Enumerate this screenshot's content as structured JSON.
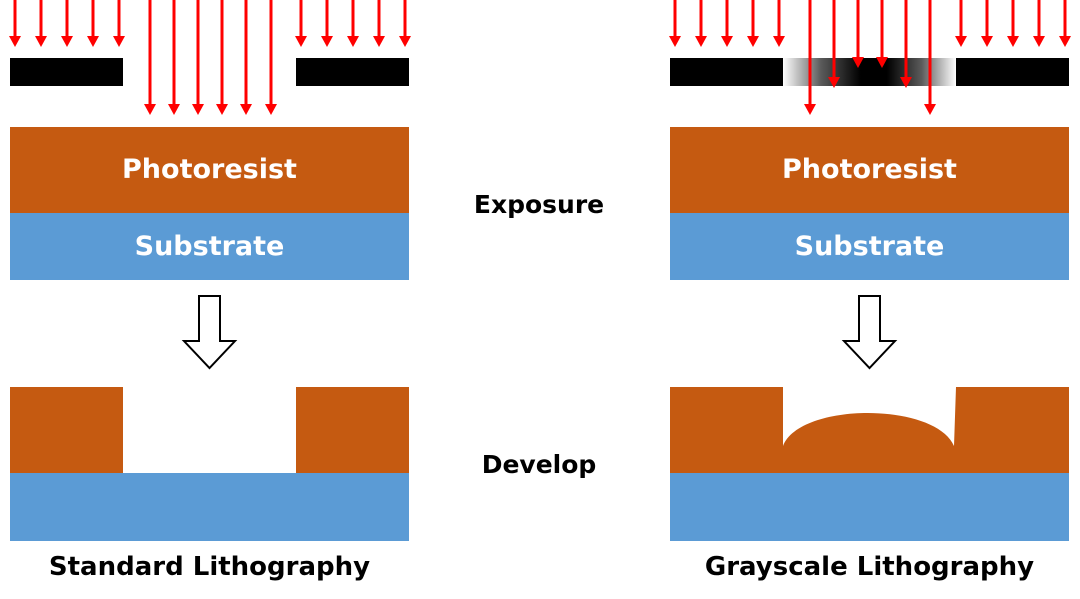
{
  "labels": {
    "photoresist": "Photoresist",
    "substrate": "Substrate",
    "exposure": "Exposure",
    "develop": "Develop",
    "standard": "Standard Lithography",
    "grayscale": "Grayscale Lithography"
  },
  "colors": {
    "photoresist": "#c55a11",
    "substrate": "#5b9bd5",
    "mask": "#000000",
    "light_arrow": "#ff0000",
    "process_arrow_outline": "#000000",
    "text_on_layer": "#ffffff",
    "text": "#000000"
  },
  "icons": {
    "light": "red-down-arrow-icon",
    "process_step": "hollow-down-arrow-icon"
  }
}
